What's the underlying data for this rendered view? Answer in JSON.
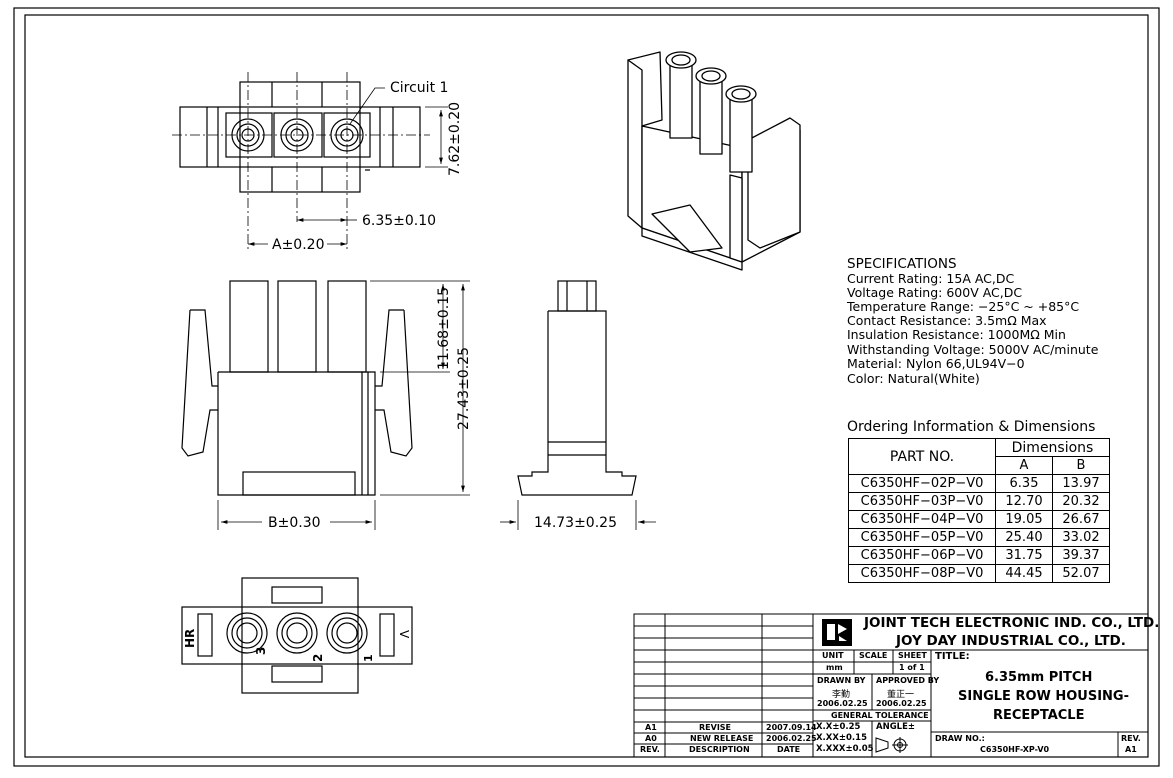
{
  "views": {
    "top": {
      "circuit_label": "Circuit  1",
      "height_dim": "7.62±0.20",
      "pitch_dim": "6.35±0.10",
      "a_dim": "A±0.20"
    },
    "front": {
      "pin_dim": "11.68±0.15",
      "height_dim": "27.43±0.25",
      "b_dim": "B±0.30"
    },
    "side": {
      "depth_dim": "14.73±0.25"
    },
    "bottom": {
      "hr_label": "HR",
      "v_label": "V",
      "pin3": "3",
      "pin2": "2",
      "pin1": "1"
    }
  },
  "specifications": {
    "title": "SPECIFICATIONS",
    "lines": [
      "Current Rating: 15A AC,DC",
      "Voltage Rating: 600V AC,DC",
      "Temperature Range: −25°C ~ +85°C",
      "Contact Resistance: 3.5mΩ Max",
      "Insulation Resistance: 1000MΩ Min",
      "Withstanding Voltage: 5000V AC/minute",
      "Material: Nylon 66,UL94V−0",
      "Color: Natural(White)"
    ]
  },
  "ordering": {
    "title": "Ordering Information & Dimensions",
    "part_header": "PART NO.",
    "dims_header": "Dimensions",
    "col_a": "A",
    "col_b": "B",
    "rows": [
      {
        "part": "C6350HF−02P−V0",
        "a": "6.35",
        "b": "13.97"
      },
      {
        "part": "C6350HF−03P−V0",
        "a": "12.70",
        "b": "20.32"
      },
      {
        "part": "C6350HF−04P−V0",
        "a": "19.05",
        "b": "26.67"
      },
      {
        "part": "C6350HF−05P−V0",
        "a": "25.40",
        "b": "33.02"
      },
      {
        "part": "C6350HF−06P−V0",
        "a": "31.75",
        "b": "39.37"
      },
      {
        "part": "C6350HF−08P−V0",
        "a": "44.45",
        "b": "52.07"
      }
    ]
  },
  "title_block": {
    "company1": "JOINT TECH ELECTRONIC IND. CO., LTD.",
    "company2": "JOY DAY INDUSTRIAL CO., LTD.",
    "unit_label": "UNIT",
    "unit_value": "mm",
    "scale_label": "SCALE",
    "sheet_label": "SHEET",
    "sheet_value": "1 of 1",
    "title_label": "TITLE:",
    "title_line1": "6.35mm PITCH",
    "title_line2": "SINGLE ROW HOUSING-",
    "title_line3": "RECEPTACLE",
    "drawn_by_label": "DRAWN BY",
    "drawn_by_name": "李勤",
    "drawn_by_date": "2006.02.25",
    "approved_by_label": "APPROVED BY",
    "approved_by_name": "董正一",
    "approved_by_date": "2006.02.25",
    "tolerance_label": "GENERAL TOLERANCE",
    "tol1": "X.X±0.25",
    "tol2": "X.XX±0.15",
    "tol3": "X.XXX±0.05",
    "angle_label": "ANGLE±",
    "draw_no_label": "DRAW NO.:",
    "draw_no": "C6350HF-XP-V0",
    "rev_label": "REV.",
    "rev_value": "A1",
    "revisions": [
      {
        "rev": "A1",
        "desc": "REVISE",
        "date": "2007.09.14"
      },
      {
        "rev": "A0",
        "desc": "NEW RELEASE",
        "date": "2006.02.25"
      }
    ],
    "rev_header": "REV.",
    "desc_header": "DESCRIPTION",
    "date_header": "DATE"
  }
}
